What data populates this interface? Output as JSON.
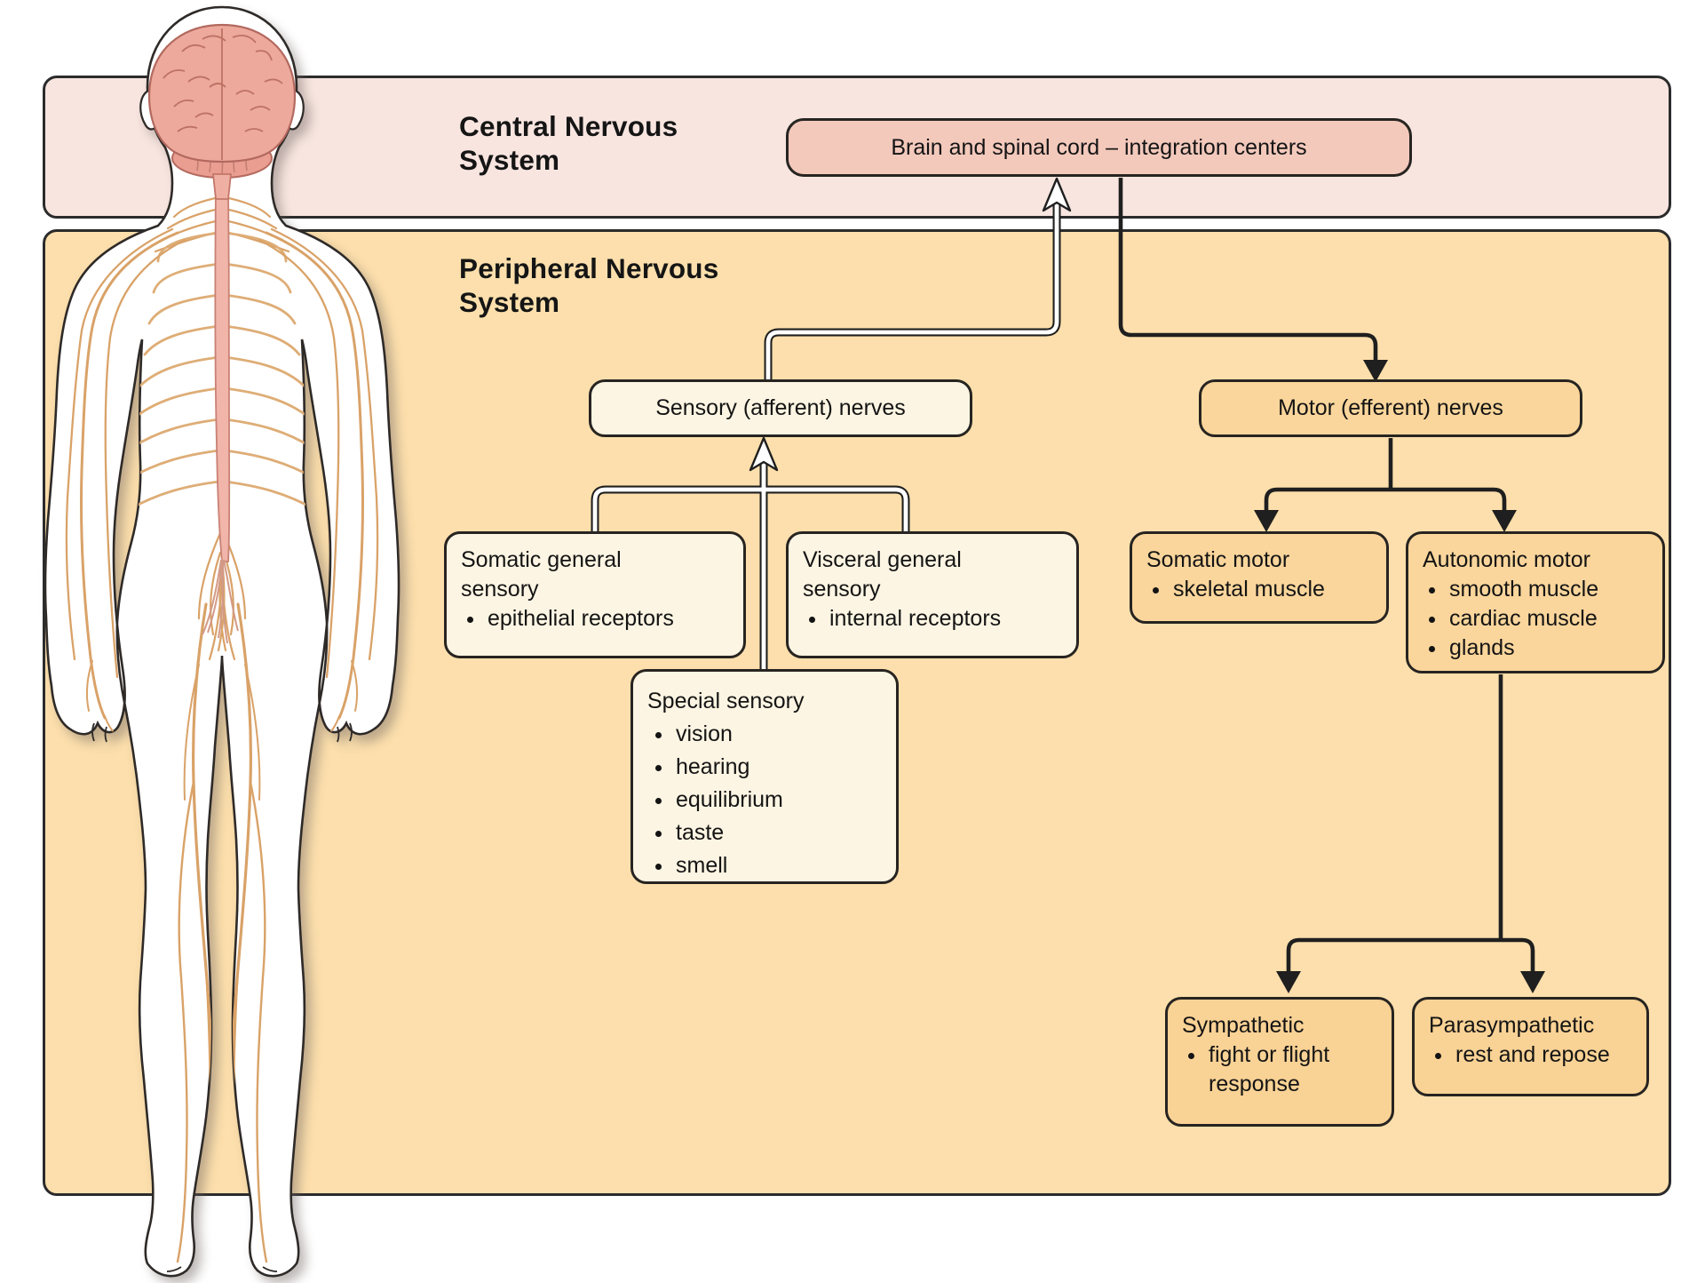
{
  "palette": {
    "cns_band": "#f8e5e0",
    "pns_band": "#fcdfac",
    "brain_box": "#f3c9bc",
    "cream_box": "#fdf5e3",
    "orange_box": "#fbd69c",
    "outline": "#1f1f1f",
    "nerve_tan": "#d9a268",
    "brain_pink": "#eca79a"
  },
  "cns": {
    "heading": "Central Nervous\nSystem",
    "brain_box_label": "Brain and spinal cord – integration centers"
  },
  "pns": {
    "heading": "Peripheral Nervous\nSystem"
  },
  "sensory": {
    "main_label": "Sensory (afferent) nerves",
    "somatic": {
      "title": "Somatic general\nsensory",
      "items": [
        "epithelial receptors"
      ]
    },
    "visceral": {
      "title": "Visceral general\nsensory",
      "items": [
        "internal receptors"
      ]
    },
    "special": {
      "title": "Special sensory",
      "items": [
        "vision",
        "hearing",
        "equilibrium",
        "taste",
        "smell"
      ]
    }
  },
  "motor": {
    "main_label": "Motor (efferent) nerves",
    "somatic": {
      "title": "Somatic motor",
      "items": [
        "skeletal muscle"
      ]
    },
    "autonomic": {
      "title": "Autonomic motor",
      "items": [
        "smooth muscle",
        "cardiac muscle",
        "glands"
      ]
    },
    "sympathetic": {
      "title": "Sympathetic",
      "items": [
        "fight or flight response"
      ]
    },
    "parasympathetic": {
      "title": "Parasympathetic",
      "items": [
        "rest and repose"
      ]
    }
  },
  "illustration": {
    "figure": "posterior view of human body showing brain, spinal cord and peripheral nerves"
  }
}
